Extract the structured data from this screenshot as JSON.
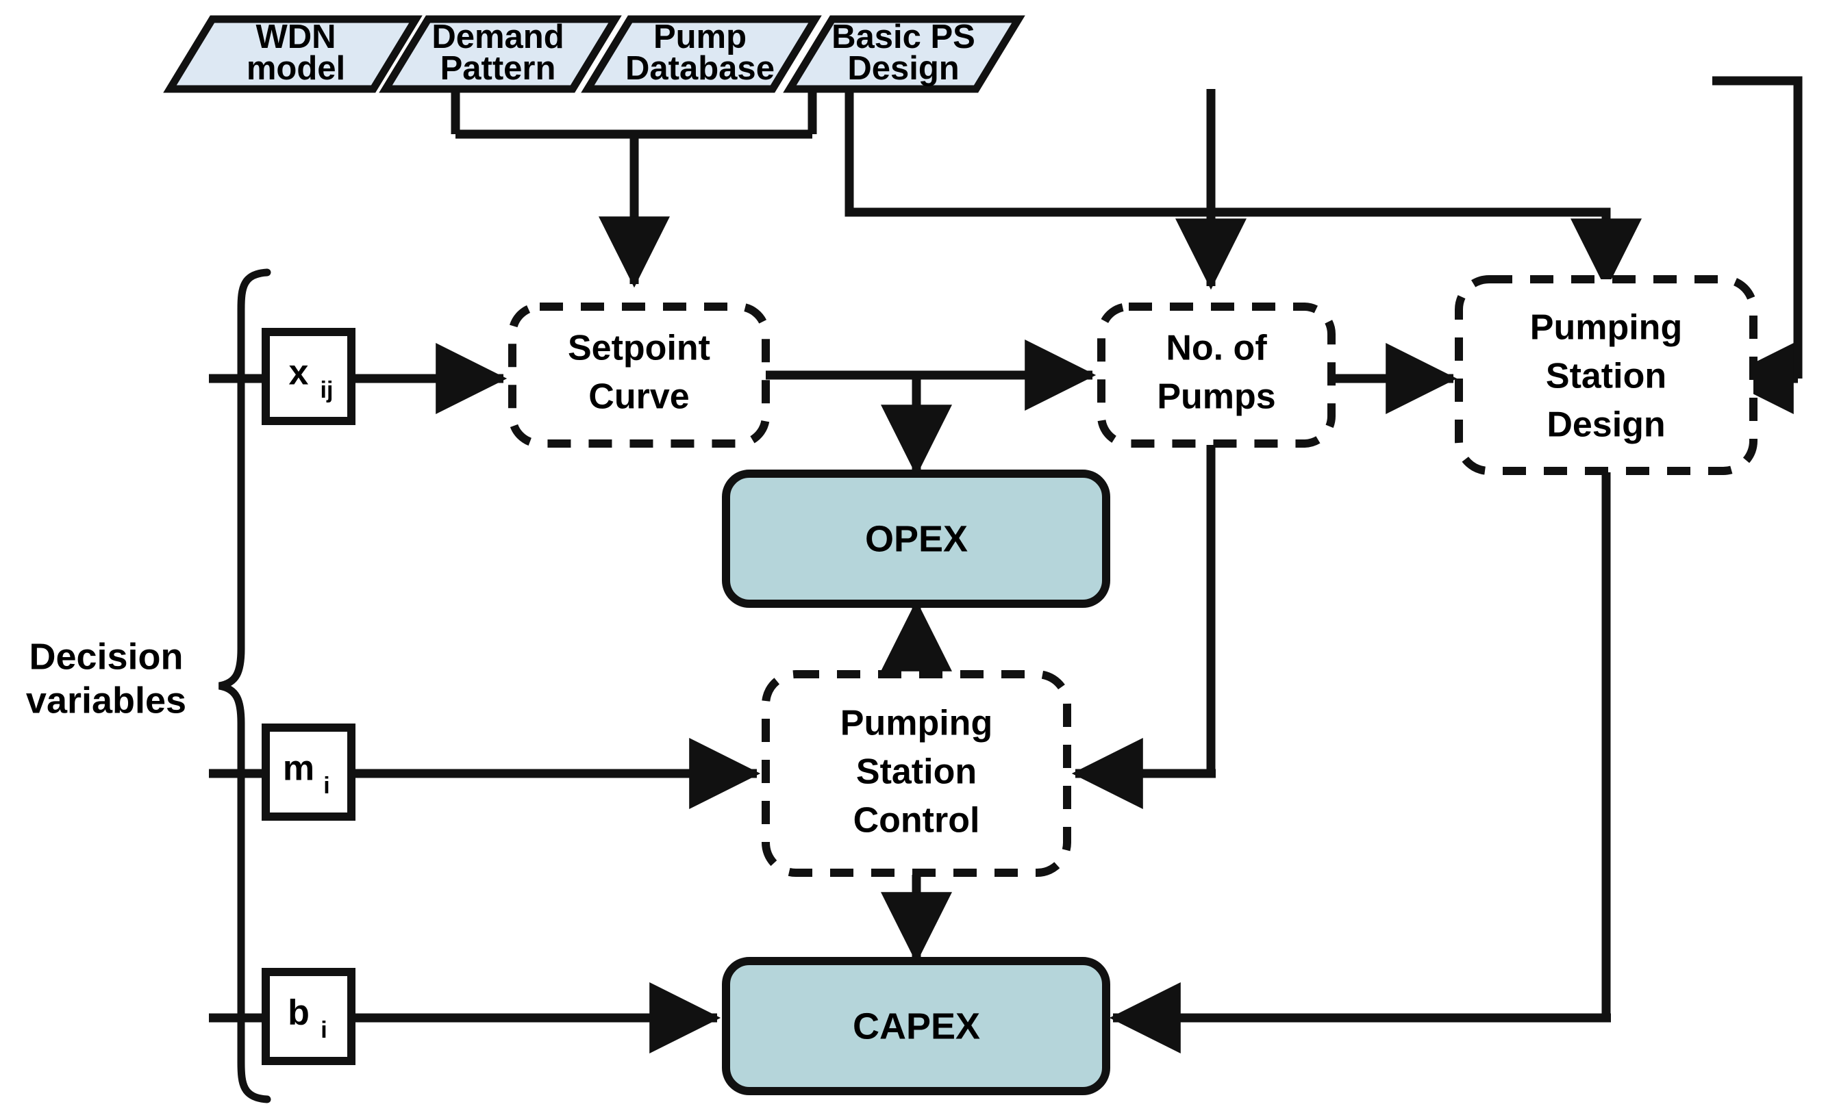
{
  "diagram": {
    "title": "Pumping station optimisation framework flowchart",
    "colors": {
      "source_fill": "#dde8f3",
      "cost_fill": "#b5d5da",
      "stroke": "#111111",
      "process_fill": "#ffffff",
      "text": "#000000"
    },
    "inputs": [
      {
        "id": "wdn-model",
        "line1": "WDN",
        "line2": "model"
      },
      {
        "id": "demand-pattern",
        "line1": "Demand",
        "line2": "Pattern"
      },
      {
        "id": "pump-database",
        "line1": "Pump",
        "line2": "Database"
      },
      {
        "id": "basic-ps-design",
        "line1": "Basic PS",
        "line2": "Design"
      }
    ],
    "processes": [
      {
        "id": "setpoint-curve",
        "line1": "Setpoint",
        "line2": "Curve",
        "line3": ""
      },
      {
        "id": "no-of-pumps",
        "line1": "No. of",
        "line2": "Pumps",
        "line3": ""
      },
      {
        "id": "pumping-station-design",
        "line1": "Pumping",
        "line2": "Station",
        "line3": "Design"
      },
      {
        "id": "pumping-station-control",
        "line1": "Pumping",
        "line2": "Station",
        "line3": "Control"
      }
    ],
    "costs": [
      {
        "id": "opex",
        "label": "OPEX"
      },
      {
        "id": "capex",
        "label": "CAPEX"
      }
    ],
    "decision_variables": {
      "label_line1": "Decision",
      "label_line2": "variables",
      "items": [
        {
          "id": "x-ij",
          "base": "x",
          "sub": "ij"
        },
        {
          "id": "m-i",
          "base": "m",
          "sub": "i"
        },
        {
          "id": "b-i",
          "base": "b",
          "sub": "i"
        }
      ]
    },
    "edges": [
      {
        "from": "wdn-model",
        "to": "setpoint-curve"
      },
      {
        "from": "demand-pattern",
        "to": "setpoint-curve"
      },
      {
        "from": "demand-pattern",
        "to": "pumping-station-design"
      },
      {
        "from": "pump-database",
        "to": "no-of-pumps"
      },
      {
        "from": "basic-ps-design",
        "to": "pumping-station-design"
      },
      {
        "from": "x-ij",
        "to": "setpoint-curve"
      },
      {
        "from": "setpoint-curve",
        "to": "no-of-pumps"
      },
      {
        "from": "setpoint-curve",
        "to": "opex"
      },
      {
        "from": "no-of-pumps",
        "to": "pumping-station-design"
      },
      {
        "from": "no-of-pumps",
        "to": "pumping-station-control"
      },
      {
        "from": "m-i",
        "to": "pumping-station-control"
      },
      {
        "from": "pumping-station-control",
        "to": "opex"
      },
      {
        "from": "pumping-station-control",
        "to": "capex"
      },
      {
        "from": "b-i",
        "to": "capex"
      },
      {
        "from": "pumping-station-design",
        "to": "capex"
      }
    ]
  }
}
